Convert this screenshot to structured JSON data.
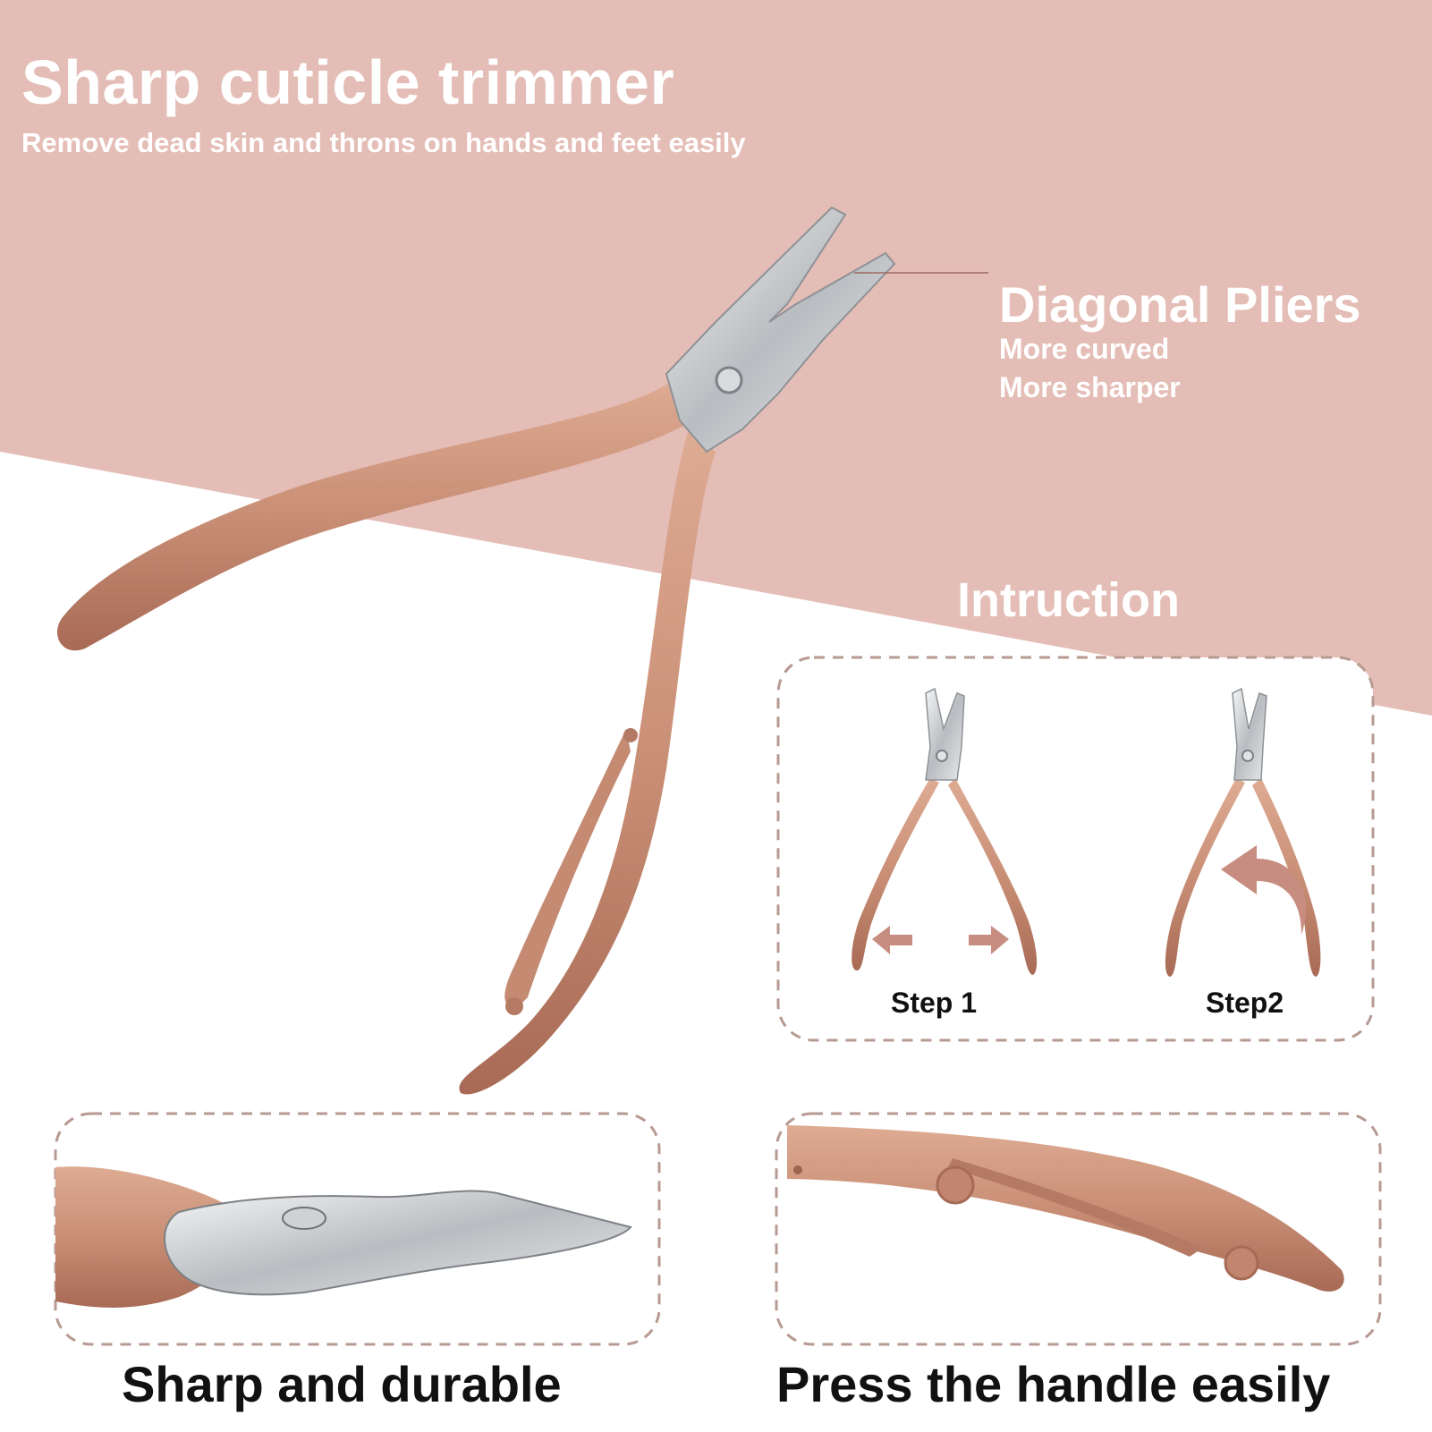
{
  "header": {
    "title": "Sharp cuticle trimmer",
    "subtitle": "Remove dead skin and throns on hands and feet easily"
  },
  "feature": {
    "title": "Diagonal Pliers",
    "lines": [
      "More curved",
      "More sharper"
    ]
  },
  "instruction": {
    "title": "Intruction",
    "steps": [
      {
        "label": "Step 1"
      },
      {
        "label": "Step2"
      }
    ]
  },
  "captions": {
    "left": "Sharp and durable",
    "right": "Press the handle easily"
  },
  "colors": {
    "pink_band": "#e4bdb6",
    "rose_gold": "#c98f76",
    "steel": "#c9ccd0",
    "dash_border": "#b79a92",
    "arrow": "#c78d80"
  }
}
